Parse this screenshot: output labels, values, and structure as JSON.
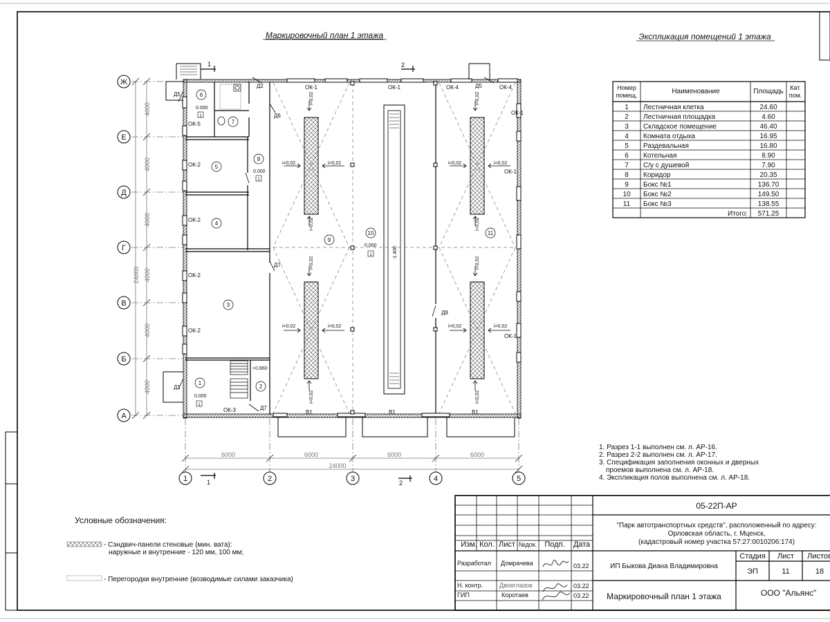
{
  "drawing": {
    "plan_title": "Маркировочный план 1 этажа",
    "explication_title": "Экспликация помещений 1 этажа"
  },
  "axes": {
    "rows": [
      "Ж",
      "Е",
      "Д",
      "Г",
      "В",
      "Б",
      "А"
    ],
    "cols": [
      "1",
      "2",
      "3",
      "4",
      "5"
    ],
    "row_dims": [
      "4000",
      "4000",
      "4000",
      "4000",
      "4000",
      "4000"
    ],
    "total_height": "24000",
    "col_dims": [
      "6000",
      "6000",
      "6000",
      "6000"
    ],
    "total_width": "24000"
  },
  "section_marks": {
    "s1": "1",
    "s2": "2"
  },
  "plan": {
    "windows": {
      "ok1": "ОК-1",
      "ok2": "ОК-2",
      "ok3": "ОК-3",
      "ok4": "ОК-4",
      "ok5": "ОК-5"
    },
    "doors": {
      "d1": "Д1",
      "d2": "Д2",
      "d5": "Д5",
      "d6": "Д6",
      "d7": "Д7",
      "d8": "Д8"
    },
    "gates": {
      "v1": "В1"
    },
    "slope": "i=0,02",
    "level_zero": "0.000",
    "level_landing": "+0.860",
    "pit_level": "-1.400",
    "floor_tag": "1",
    "rooms": [
      "1",
      "2",
      "3",
      "4",
      "5",
      "6",
      "7",
      "8",
      "9",
      "10",
      "11"
    ]
  },
  "explication": {
    "headers": {
      "num": [
        "Номер",
        "помещ."
      ],
      "name": "Наименование",
      "area": "Площадь",
      "cat": [
        "Кат.",
        "пом."
      ]
    },
    "rows": [
      {
        "num": "1",
        "name": "Лестничная клетка",
        "area": "24.60"
      },
      {
        "num": "2",
        "name": "Лестничная площадка",
        "area": "4.60"
      },
      {
        "num": "3",
        "name": "Складское помещение",
        "area": "46.40"
      },
      {
        "num": "4",
        "name": "Комната отдыха",
        "area": "16.95"
      },
      {
        "num": "5",
        "name": "Раздевальная",
        "area": "16.80"
      },
      {
        "num": "6",
        "name": "Котельная",
        "area": "8.90"
      },
      {
        "num": "7",
        "name": "С/у с душевой",
        "area": "7.90"
      },
      {
        "num": "8",
        "name": "Коридор",
        "area": "20.35"
      },
      {
        "num": "9",
        "name": "Бокс №1",
        "area": "136.70"
      },
      {
        "num": "10",
        "name": "Бокс №2",
        "area": "149.50"
      },
      {
        "num": "11",
        "name": "Бокс №3",
        "area": "138.55"
      }
    ],
    "total_label": "Итого:",
    "total_value": "571.25"
  },
  "notes": [
    "1. Разрез 1-1 выполнен см. л. АР-16.",
    "2. Разрез 2-2 выполнен см. л. АР-17.",
    "3. Спецификация заполнения оконных и дверных",
    "проемов выполнена см. л. АР-18.",
    "4. Экспликация полов выполнена см. л. АР-18."
  ],
  "legend": {
    "title": "Условные обозначения:",
    "item1_line1": "- Сэндвич-панели стеновые (мин. вата):",
    "item1_line2": "наружные и внутренние - 120 мм, 100 мм;",
    "item2": "- Перегородки внутренние (возводимые силами заказчика)"
  },
  "title_block": {
    "code": "05-22П-АР",
    "project_line1": "\"Парк автотранспортных средств\",  расположенный по адресу:",
    "project_line2": "Орловская область, г. Мценск,",
    "project_line3": "(кадастровый номер участка 57:27:0010206:174)",
    "col_izm": "Изм.",
    "col_kol": "Кол.",
    "col_list": "Лист",
    "col_ndok": "№док.",
    "col_podp": "Подп.",
    "col_data": "Дата",
    "role_dev": "Разработал",
    "name_dev": "Домрачева",
    "date_dev": "03.22",
    "role_nk": "Н. контр.",
    "name_nk": "Двоеглазов",
    "date_nk": "03.22",
    "role_gip": "ГИП",
    "name_gip": "Коротаев",
    "date_gip": "03.22",
    "org_person": "ИП Быкова Диана Владимировна",
    "stage_label": "Стадия",
    "sheet_label": "Лист",
    "sheets_label": "Листов",
    "stage": "ЭП",
    "sheet": "11",
    "sheets": "18",
    "sheet_name": "Маркировочный план 1 этажа",
    "company": "ООО \"Альянс\""
  }
}
